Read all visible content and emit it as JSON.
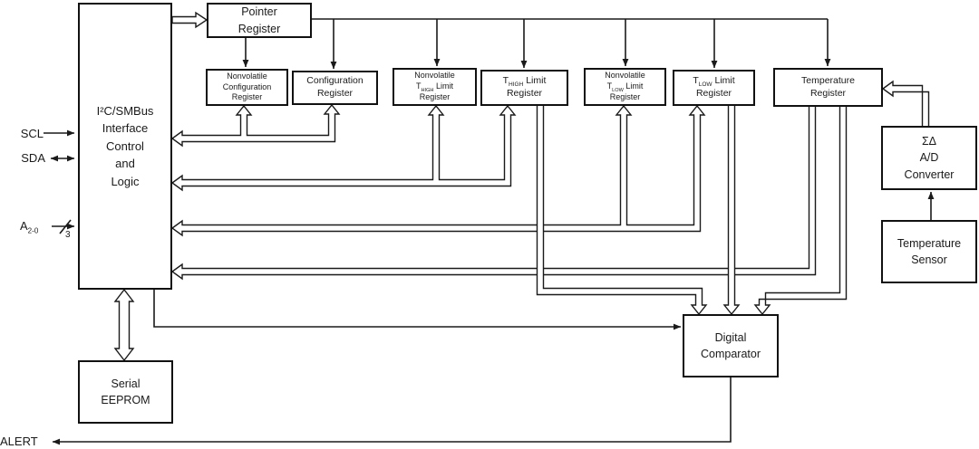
{
  "boxes": {
    "interface": {
      "label": "I²C/SMBus\nInterface\nControl\nand\nLogic"
    },
    "pointer": {
      "label": "Pointer\nRegister"
    },
    "nv_config": {
      "label": "Nonvolatile\nConfiguration\nRegister"
    },
    "config": {
      "label": "Configuration\nRegister"
    },
    "nv_thigh": {
      "pre": "Nonvolatile",
      "t": "T",
      "sub": "HIGH",
      "post": " Limit",
      "last": "Register"
    },
    "thigh": {
      "t": "T",
      "sub": "HIGH",
      "post": " Limit",
      "last": "Register"
    },
    "nv_tlow": {
      "pre": "Nonvolatile",
      "t": "T",
      "sub": "LOW",
      "post": " Limit",
      "last": "Register"
    },
    "tlow": {
      "t": "T",
      "sub": "LOW",
      "post": " Limit",
      "last": "Register"
    },
    "temp_reg": {
      "label": "Temperature\nRegister"
    },
    "adc": {
      "label": "ΣΔ\nA/D\nConverter"
    },
    "temp_sensor": {
      "label": "Temperature\nSensor"
    },
    "comparator": {
      "label": "Digital\nComparator"
    },
    "eeprom": {
      "label": "Serial\nEEPROM"
    }
  },
  "pins": {
    "scl": "SCL",
    "sda": "SDA",
    "addr": {
      "base": "A",
      "sub": "2-0",
      "bus_width": "3"
    },
    "alert": "ALERT"
  },
  "colors": {
    "line": "#1a1a1a",
    "box_fill": "#ffffff"
  }
}
